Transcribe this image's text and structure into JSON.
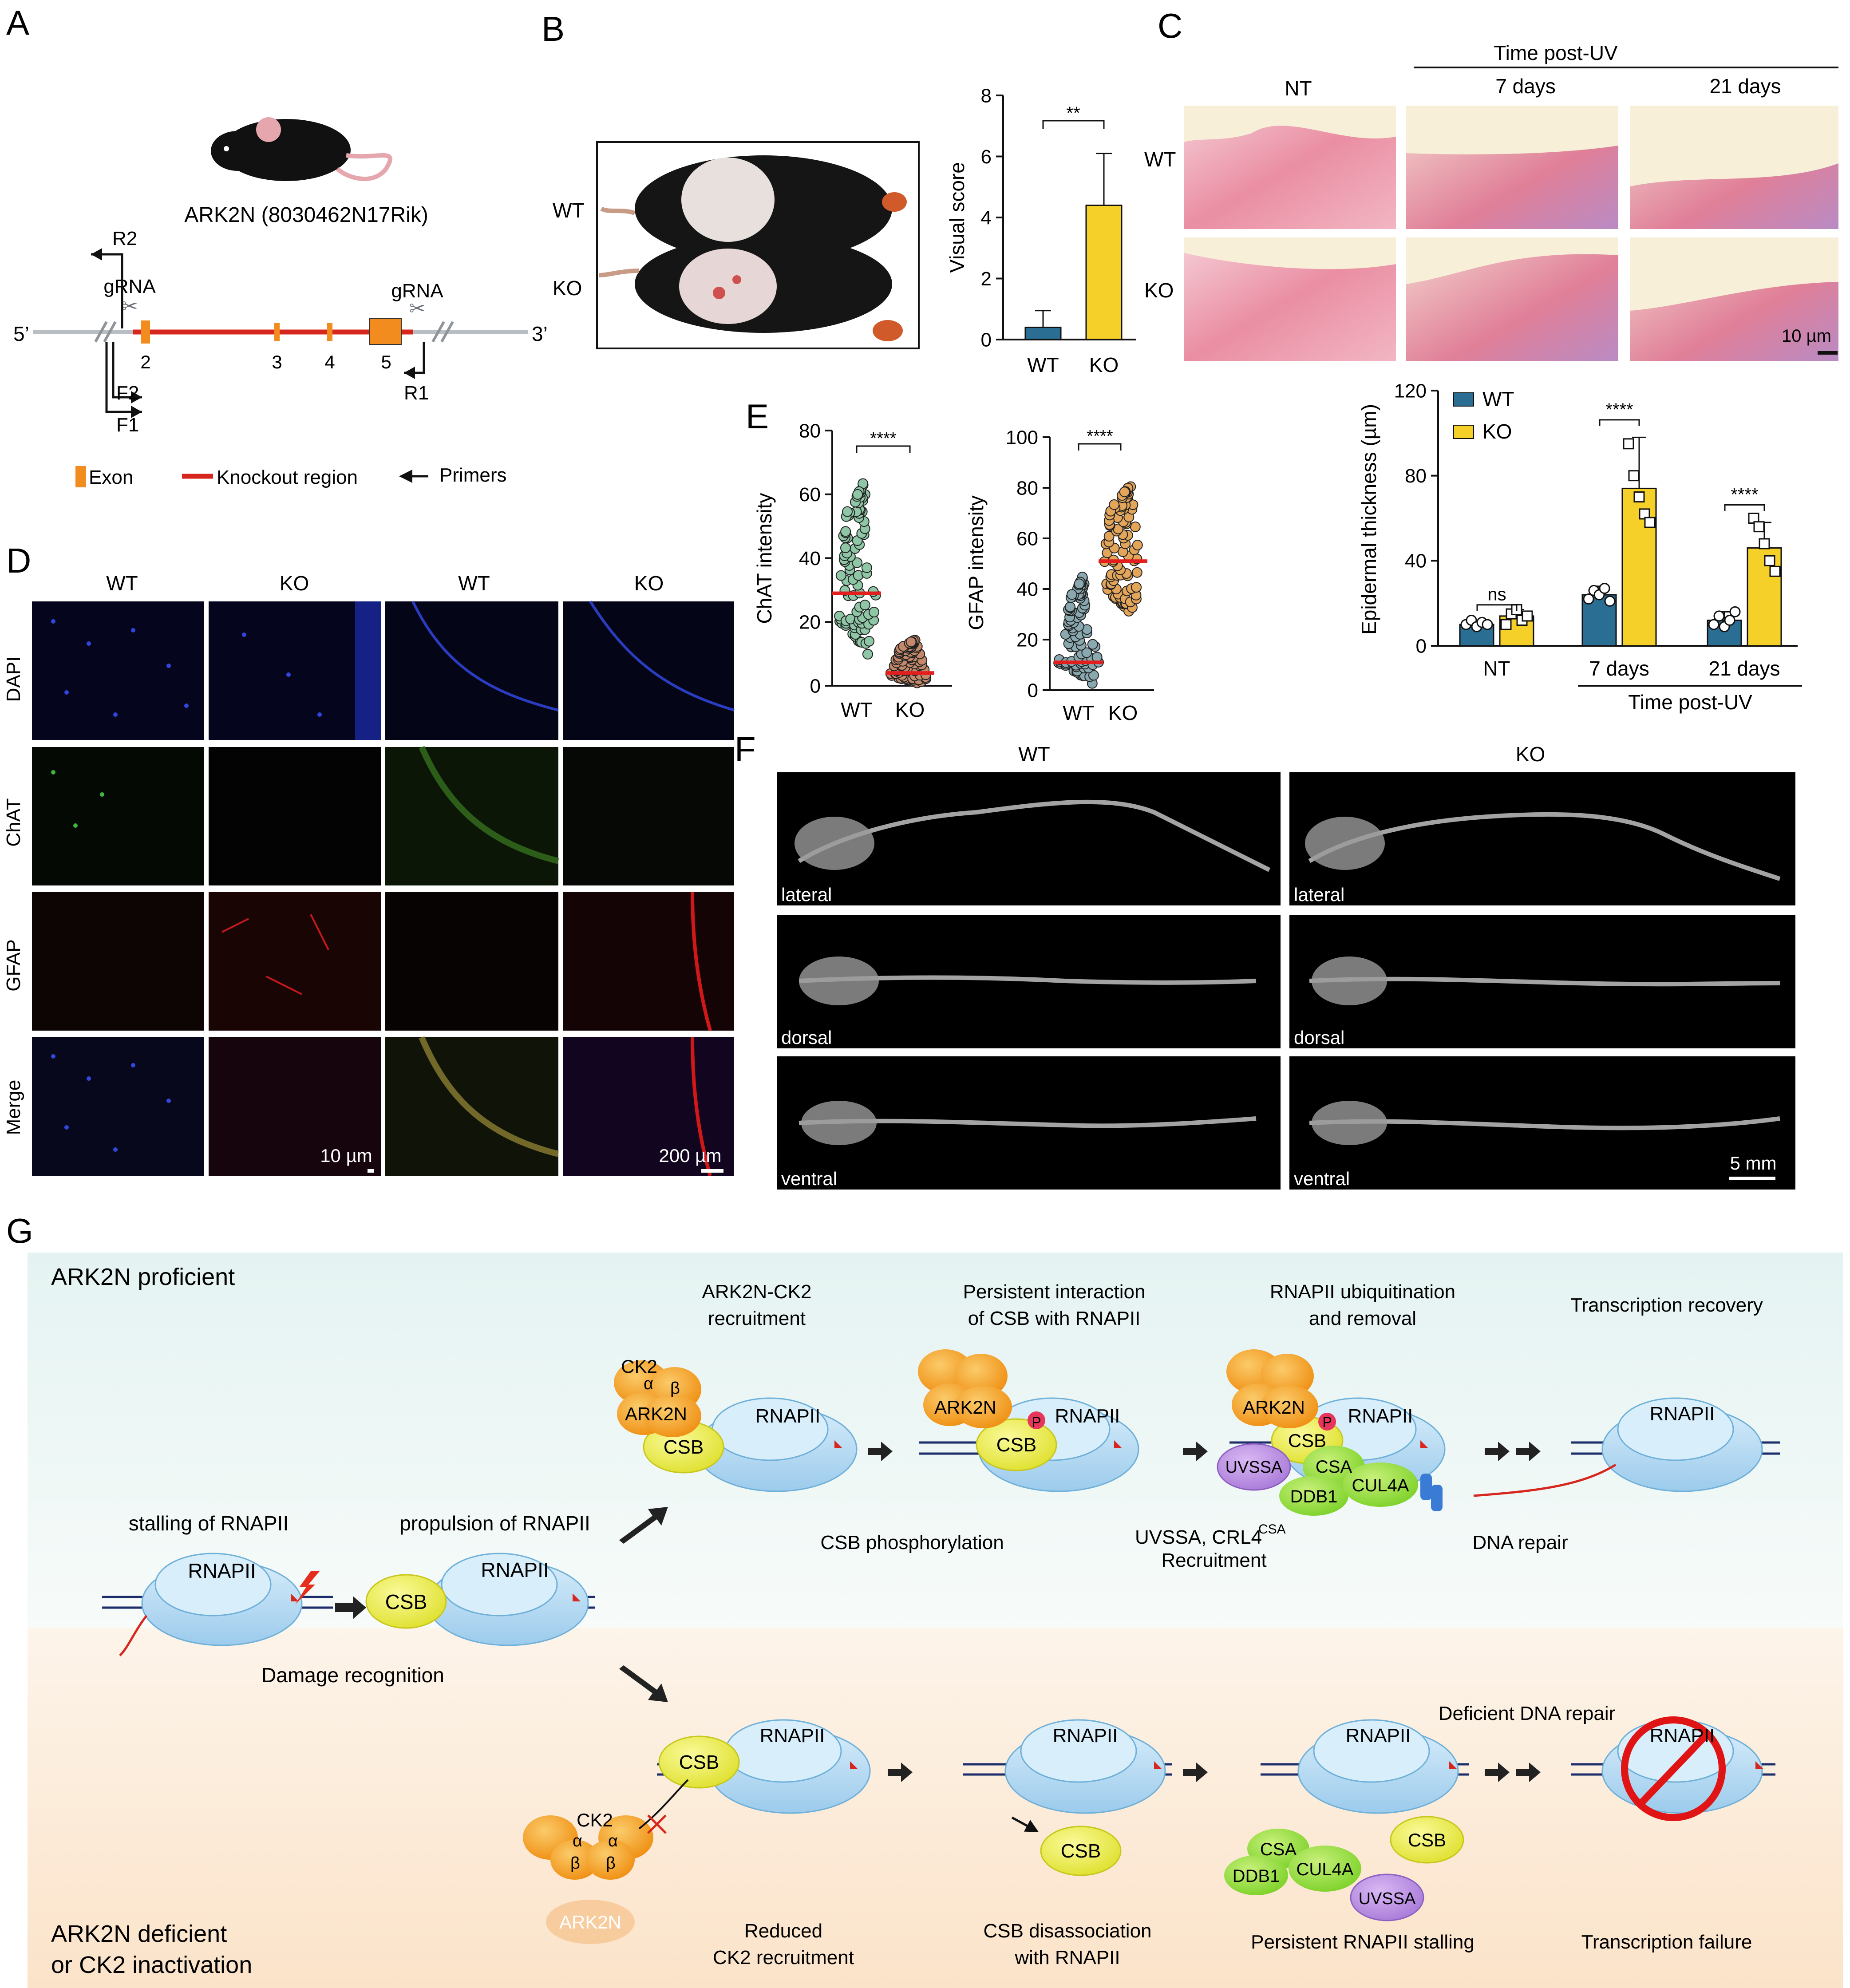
{
  "panel_letters": {
    "a": "A",
    "b": "B",
    "c": "C",
    "d": "D",
    "e": "E",
    "f": "F",
    "g": "G"
  },
  "panelA": {
    "gene_label": "ARK2N (8030462N17Rik)",
    "end5": "5’",
    "end3": "3’",
    "grna": "gRNA",
    "exons": [
      "2",
      "3",
      "4",
      "5"
    ],
    "primers": {
      "r2": "R2",
      "r1": "R1",
      "f2": "F2",
      "f1": "F1"
    },
    "legend": {
      "exon": "Exon",
      "knockout": "Knockout region",
      "primers": "Primers"
    },
    "colors": {
      "exon": "#f28c1f",
      "knockout": "#d7261e",
      "dna": "#b9bec2"
    }
  },
  "panelB": {
    "photo_labels": [
      "WT",
      "KO"
    ],
    "ylabel": "Visual score",
    "significance": "**",
    "categories": [
      "WT",
      "KO"
    ],
    "yticks": [
      "0",
      "2",
      "4",
      "6",
      "8"
    ]
  },
  "panelC": {
    "columns": [
      "NT",
      "7 days",
      "21 days"
    ],
    "header": "Time post-UV",
    "rows": [
      "WT",
      "KO"
    ],
    "scale": "10 µm",
    "chart_ylabel": "Epidermal thickness (µm)",
    "yticks": [
      "0",
      "40",
      "80",
      "120"
    ],
    "legend": [
      "WT",
      "KO"
    ],
    "groups": [
      "NT",
      "7 days",
      "21 days"
    ],
    "group_footer": "Time post-UV",
    "sig": [
      "ns",
      "****",
      "****"
    ]
  },
  "panelD": {
    "columns": [
      "WT",
      "KO",
      "WT",
      "KO"
    ],
    "rows": [
      "DAPI",
      "ChAT",
      "GFAP",
      "Merge"
    ],
    "scale_small": "10 µm",
    "scale_large": "200 µm"
  },
  "panelE": {
    "left": {
      "ylabel": "ChAT intensity",
      "yticks": [
        "0",
        "20",
        "40",
        "60",
        "80"
      ],
      "sig": "****",
      "categories": [
        "WT",
        "KO"
      ]
    },
    "right": {
      "ylabel": "GFAP intensity",
      "yticks": [
        "0",
        "20",
        "40",
        "60",
        "80",
        "100"
      ],
      "sig": "****",
      "categories": [
        "WT",
        "KO"
      ]
    }
  },
  "panelF": {
    "columns": [
      "WT",
      "KO"
    ],
    "views": [
      "lateral",
      "dorsal",
      "ventral"
    ],
    "scale": "5 mm"
  },
  "panelG": {
    "top_title": "ARK2N proficient",
    "bottom_title_1": "ARK2N deficient",
    "bottom_title_2": "or CK2 inactivation",
    "stall_label": "stalling of RNAPII",
    "propulsion_label": "propulsion of RNAPII",
    "damage_label": "Damage recognition",
    "rnapii": "RNAPII",
    "csb": "CSB",
    "ck2": "CK2",
    "ark2n": "ARK2N",
    "alpha": "α",
    "beta": "β",
    "p": "P",
    "csa": "CSA",
    "ddb1": "DDB1",
    "cul4a": "CUL4A",
    "uvssa": "UVSSA",
    "top_captions": [
      [
        "ARK2N-CK2",
        "recruitment"
      ],
      [
        "Persistent interaction",
        "of CSB with RNAPII"
      ],
      [
        "RNAPII ubiquitination",
        "and removal"
      ],
      [
        "Transcription recovery"
      ]
    ],
    "csb_phos": "CSB phosphorylation",
    "uvssa_crl": "UVSSA, CRL4",
    "uvssa_crl_sup": "CSA",
    "recruitment": "Recruitment",
    "dna_repair": "DNA repair",
    "deficient_repair": "Deficient DNA repair",
    "bottom_captions": [
      [
        "Reduced",
        "CK2 recruitment"
      ],
      [
        "CSB disassociation",
        "with RNAPII"
      ],
      [
        "Persistent RNAPII stalling"
      ],
      [
        "Transcription failure"
      ]
    ]
  },
  "chart_data": [
    {
      "type": "bar",
      "title": "",
      "categories": [
        "WT",
        "KO"
      ],
      "values": [
        0.4,
        4.4
      ],
      "errors": [
        0.55,
        1.7
      ],
      "ylabel": "Visual score",
      "ylim": [
        0,
        8
      ],
      "colors": [
        "#2b6e93",
        "#f5d028"
      ]
    },
    {
      "type": "bar",
      "title": "",
      "groups": [
        "NT",
        "7 days",
        "21 days"
      ],
      "series": [
        {
          "name": "WT",
          "values": [
            10,
            24,
            12
          ],
          "errors": [
            2,
            4,
            4
          ],
          "points": [
            [
              10,
              12,
              9,
              11,
              10
            ],
            [
              22,
              26,
              24,
              27,
              21
            ],
            [
              10,
              14,
              9,
              12,
              16
            ]
          ]
        },
        {
          "name": "KO",
          "values": [
            14,
            74,
            46
          ],
          "errors": [
            3,
            24,
            12
          ],
          "points": [
            [
              10,
              15,
              17,
              12,
              14
            ],
            [
              95,
              80,
              70,
              62,
              58
            ],
            [
              60,
              56,
              48,
              40,
              35
            ]
          ]
        }
      ],
      "ylabel": "Epidermal thickness (µm)",
      "ylim": [
        0,
        120
      ],
      "colors": [
        "#2b6e93",
        "#f5d028"
      ]
    },
    {
      "type": "scatter",
      "title": "",
      "categories": [
        "WT",
        "KO"
      ],
      "medians": [
        29,
        4
      ],
      "ranges": [
        [
          9,
          65
        ],
        [
          0,
          15
        ]
      ],
      "ylabel": "ChAT intensity",
      "ylim": [
        0,
        80
      ]
    },
    {
      "type": "scatter",
      "title": "",
      "categories": [
        "WT",
        "KO"
      ],
      "medians": [
        11,
        51
      ],
      "ranges": [
        [
          2,
          46
        ],
        [
          28,
          83
        ]
      ],
      "ylabel": "GFAP intensity",
      "ylim": [
        0,
        100
      ]
    }
  ]
}
